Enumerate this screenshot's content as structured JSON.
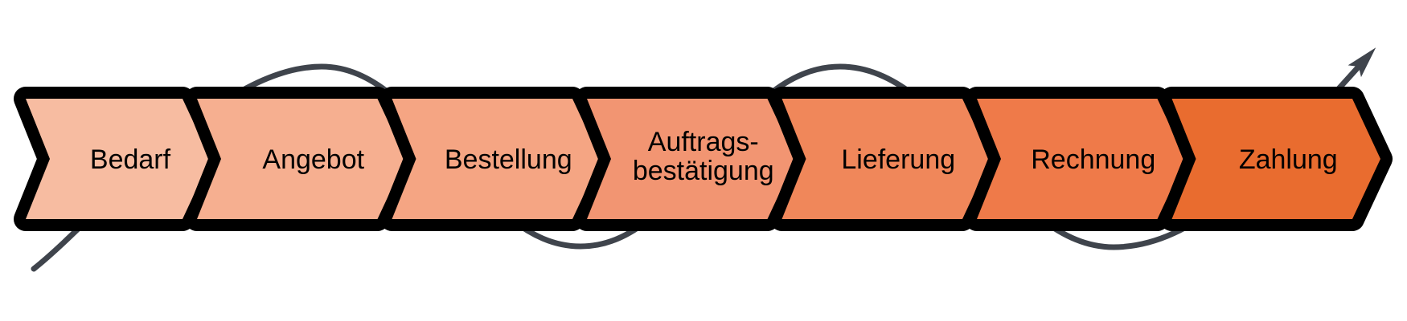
{
  "diagram": {
    "type": "process-flow-chevron",
    "language": "de",
    "steps": [
      {
        "label": "Bedarf",
        "lines": [
          "Bedarf"
        ],
        "color": "#F7BCA1"
      },
      {
        "label": "Angebot",
        "lines": [
          "Angebot"
        ],
        "color": "#F6AF90"
      },
      {
        "label": "Bestellung",
        "lines": [
          "Bestellung"
        ],
        "color": "#F5A583"
      },
      {
        "label": "Auftragsbestätigung",
        "lines": [
          "Auftrags-",
          "bestätigung"
        ],
        "color": "#F29572"
      },
      {
        "label": "Lieferung",
        "lines": [
          "Lieferung"
        ],
        "color": "#F0875A"
      },
      {
        "label": "Rechnung",
        "lines": [
          "Rechnung"
        ],
        "color": "#EF7A49"
      },
      {
        "label": "Zahlung",
        "lines": [
          "Zahlung"
        ],
        "color": "#E96C2F"
      }
    ],
    "outline_color": "#000000",
    "label_color": "#000000",
    "background_color": "#FFFFFF",
    "flow_line": {
      "style": "sine-wave-arrow",
      "color": "#3F444C"
    }
  }
}
